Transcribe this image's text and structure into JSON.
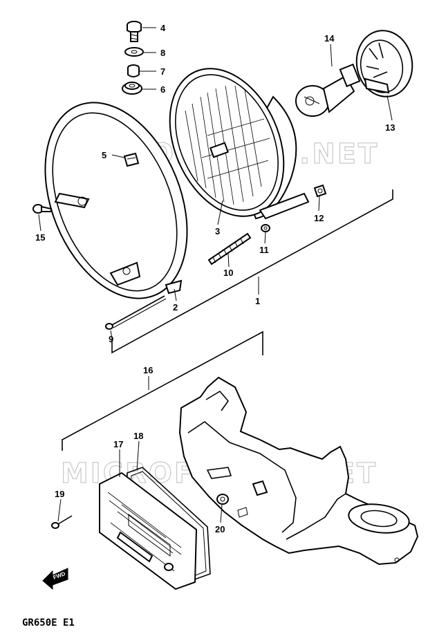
{
  "diagram": {
    "model_code": "GR650E E1",
    "watermark": "MICROFICHES.NET",
    "direction_arrow": "FWD",
    "callouts": {
      "p1": "1",
      "p2": "2",
      "p3": "3",
      "p4": "4",
      "p5": "5",
      "p6": "6",
      "p7": "7",
      "p8": "8",
      "p9": "9",
      "p10": "10",
      "p11": "11",
      "p12": "12",
      "p13": "13",
      "p14": "14",
      "p15": "15",
      "p16": "16",
      "p17": "17",
      "p18": "18",
      "p19": "19",
      "p20": "20"
    }
  }
}
